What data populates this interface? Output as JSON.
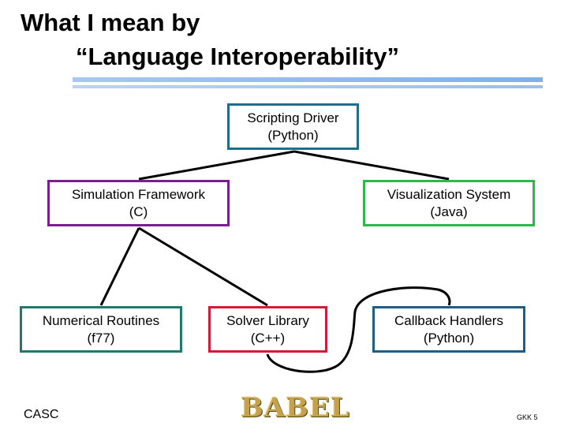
{
  "title": {
    "line1": "What I mean by",
    "line2": "“Language Interoperability”"
  },
  "nodes": {
    "scripting_driver": {
      "name": "Scripting Driver",
      "lang": "(Python)",
      "color": "#1f6f8b"
    },
    "simulation_framework": {
      "name": "Simulation Framework",
      "lang": "(C)",
      "color": "#7b1f8e"
    },
    "visualization_system": {
      "name": "Visualization System",
      "lang": "(Java)",
      "color": "#2db84a"
    },
    "numerical_routines": {
      "name": "Numerical Routines",
      "lang": "(f77)",
      "color": "#1f7a6e"
    },
    "solver_library": {
      "name": "Solver Library",
      "lang": "(C++)",
      "color": "#d11b39"
    },
    "callback_handlers": {
      "name": "Callback Handlers",
      "lang": "(Python)",
      "color": "#1d5d86"
    }
  },
  "footer": {
    "org": "CASC",
    "logo": "BABEL",
    "slide": "GKK 5"
  }
}
